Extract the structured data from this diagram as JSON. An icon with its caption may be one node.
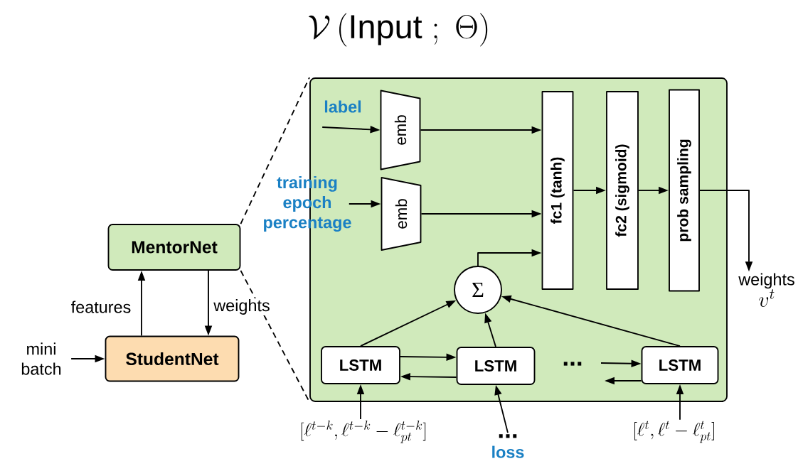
{
  "diagram": {
    "title": "\\mathcal{V}\\,(\\mathrm{Input}\\;;\\;\\Theta)",
    "nodes": [
      {
        "text": [
          "MentorNet"
        ]
      },
      {
        "text": [
          "StudentNet"
        ]
      },
      {
        "text": [],
        "shape": "box"
      },
      {
        "text": [
          "label"
        ],
        "in": 2
      },
      {
        "text": [
          "emb"
        ],
        "in": 2
      },
      {
        "text": [
          "training epoch percentage"
        ]
      },
      {
        "text": [
          "emb"
        ],
        "in": 2
      },
      {
        "text": [
          "fc1 (tanh)"
        ],
        "in": 2
      },
      {
        "text": [
          "fc2 (sigmoid)"
        ],
        "in": 2
      },
      {
        "text": [
          "prob sampling"
        ],
        "in": 2
      },
      {
        "text": [
          "Σ"
        ],
        "in": 2
      },
      {
        "text": [
          "LSTM"
        ],
        "in": 2
      },
      {
        "text": [
          "LSTM"
        ],
        "in": 2
      },
      {
        "text": [
          "LSTM"
        ],
        "in": 2
      },
      {
        "text": [
          "weights",
          "v^{t}"
        ]
      },
      {
        "text": [
          "[\\ell^{t-k}, \\ell^{t-k} - \\ell^{t-k}_{pt}]"
        ]
      },
      {
        "text": [
          "...",
          "loss"
        ]
      },
      {
        "text": [
          "[\\ell^{t}, \\ell^{t} - \\ell^{t}_{pt}]"
        ]
      },
      {
        "text": [
          "mini batch"
        ]
      }
    ],
    "edges": [
      {
        "from": 1,
        "to": 0,
        "arrow": "to",
        "label": "features"
      },
      {
        "from": 0,
        "to": 1,
        "arrow": "to",
        "label": "weights"
      },
      {
        "from": 18,
        "to": 1,
        "arrow": "to"
      },
      {
        "from": 0,
        "to": 2,
        "arrow": "none",
        "style": "dashed"
      },
      {
        "from": 0,
        "to": 2,
        "arrow": "none",
        "style": "dashed"
      },
      {
        "from": 3,
        "to": 4,
        "arrow": "to"
      },
      {
        "from": 5,
        "to": 6,
        "arrow": "to"
      },
      {
        "from": 4,
        "to": 7,
        "arrow": "to"
      },
      {
        "from": 6,
        "to": 7,
        "arrow": "to"
      },
      {
        "from": 10,
        "to": 7,
        "arrow": "to"
      },
      {
        "from": 7,
        "to": 8,
        "arrow": "to"
      },
      {
        "from": 8,
        "to": 9,
        "arrow": "to"
      },
      {
        "from": 9,
        "to": 14,
        "arrow": "to"
      },
      {
        "from": 11,
        "to": 12,
        "arrow": "to"
      },
      {
        "from": 12,
        "to": 11,
        "arrow": "to"
      },
      {
        "from": null,
        "to": 13,
        "arrow": "to"
      },
      {
        "from": 13,
        "to": null,
        "arrow": "to"
      },
      {
        "from": 11,
        "to": 10,
        "arrow": "to"
      },
      {
        "from": 12,
        "to": 10,
        "arrow": "to"
      },
      {
        "from": 13,
        "to": 10,
        "arrow": "to"
      },
      {
        "from": 15,
        "to": 11,
        "arrow": "to"
      },
      {
        "from": 16,
        "to": 12,
        "arrow": "to"
      },
      {
        "from": 17,
        "to": 13,
        "arrow": "to"
      }
    ],
    "labels": [
      "..."
    ]
  }
}
